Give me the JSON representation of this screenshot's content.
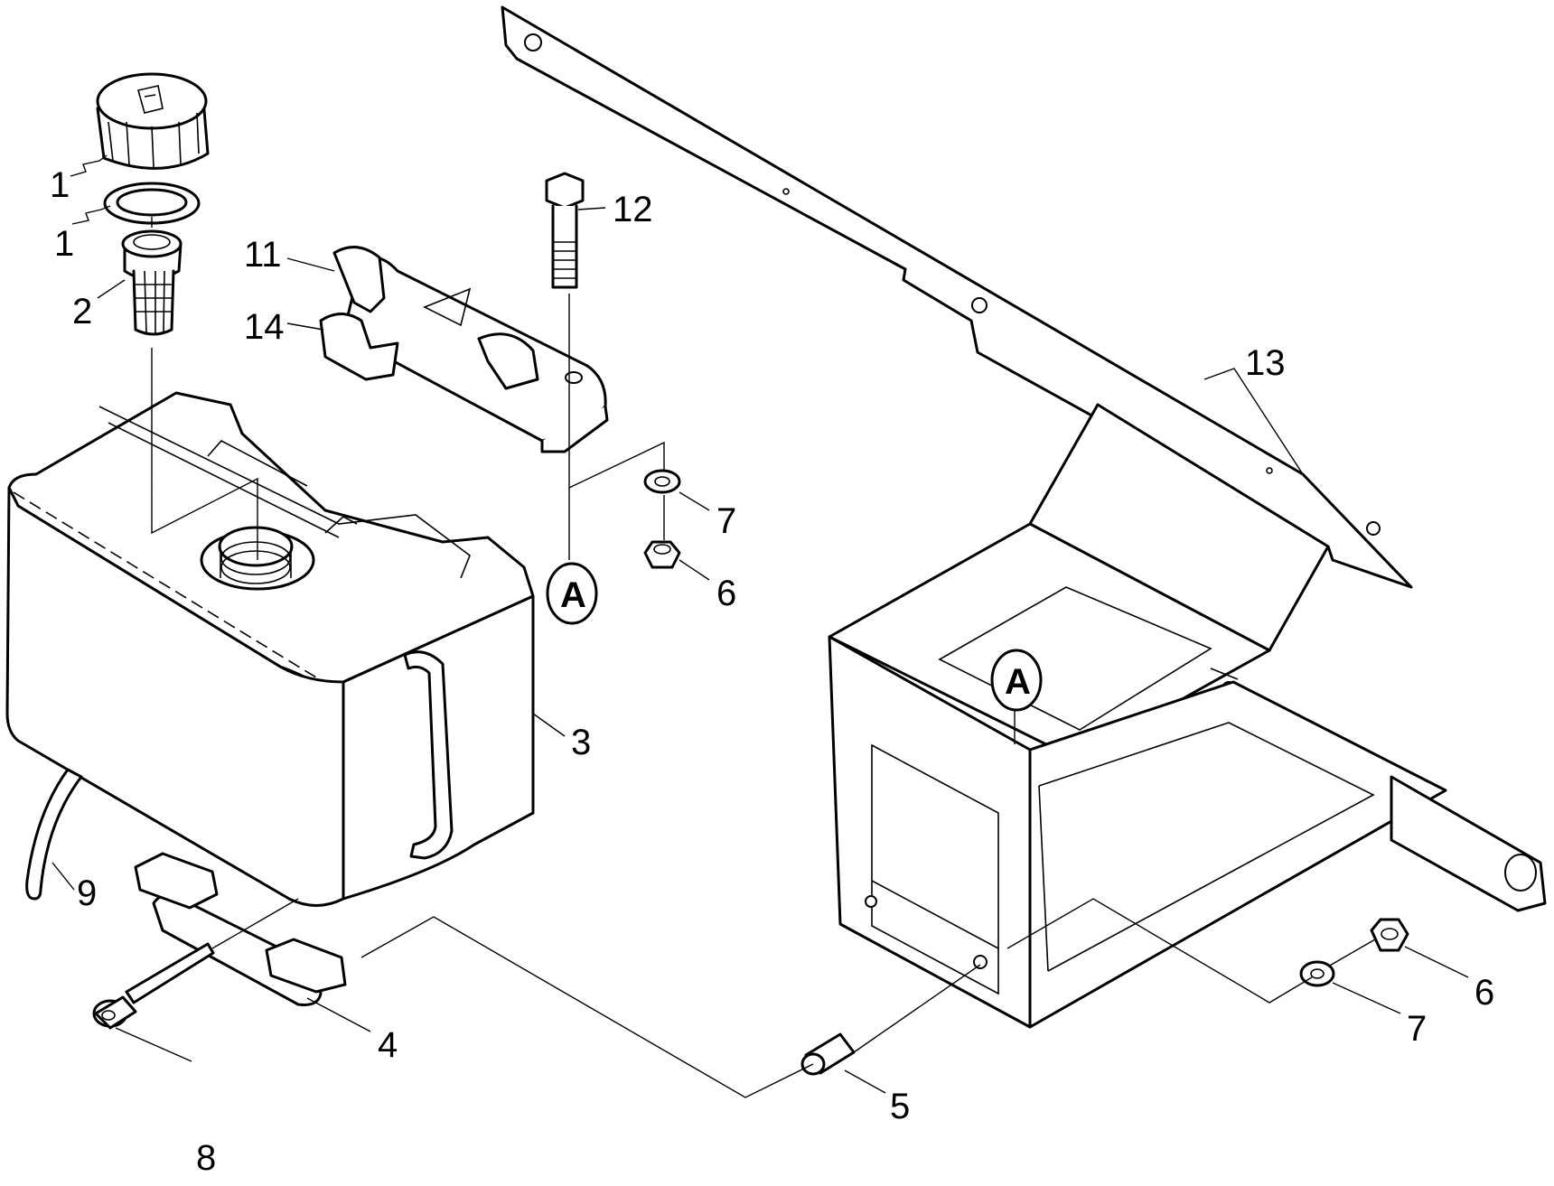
{
  "labels": {
    "l1a": "1",
    "l1b": "1",
    "l2": "2",
    "l3": "3",
    "l4": "4",
    "l5": "5",
    "l6a": "6",
    "l6b": "6",
    "l7a": "7",
    "l7b": "7",
    "l8": "8",
    "l9": "9",
    "l11": "11",
    "l12": "12",
    "l13": "13",
    "l14": "14"
  },
  "refs": {
    "ra": "A",
    "rb": "A"
  }
}
